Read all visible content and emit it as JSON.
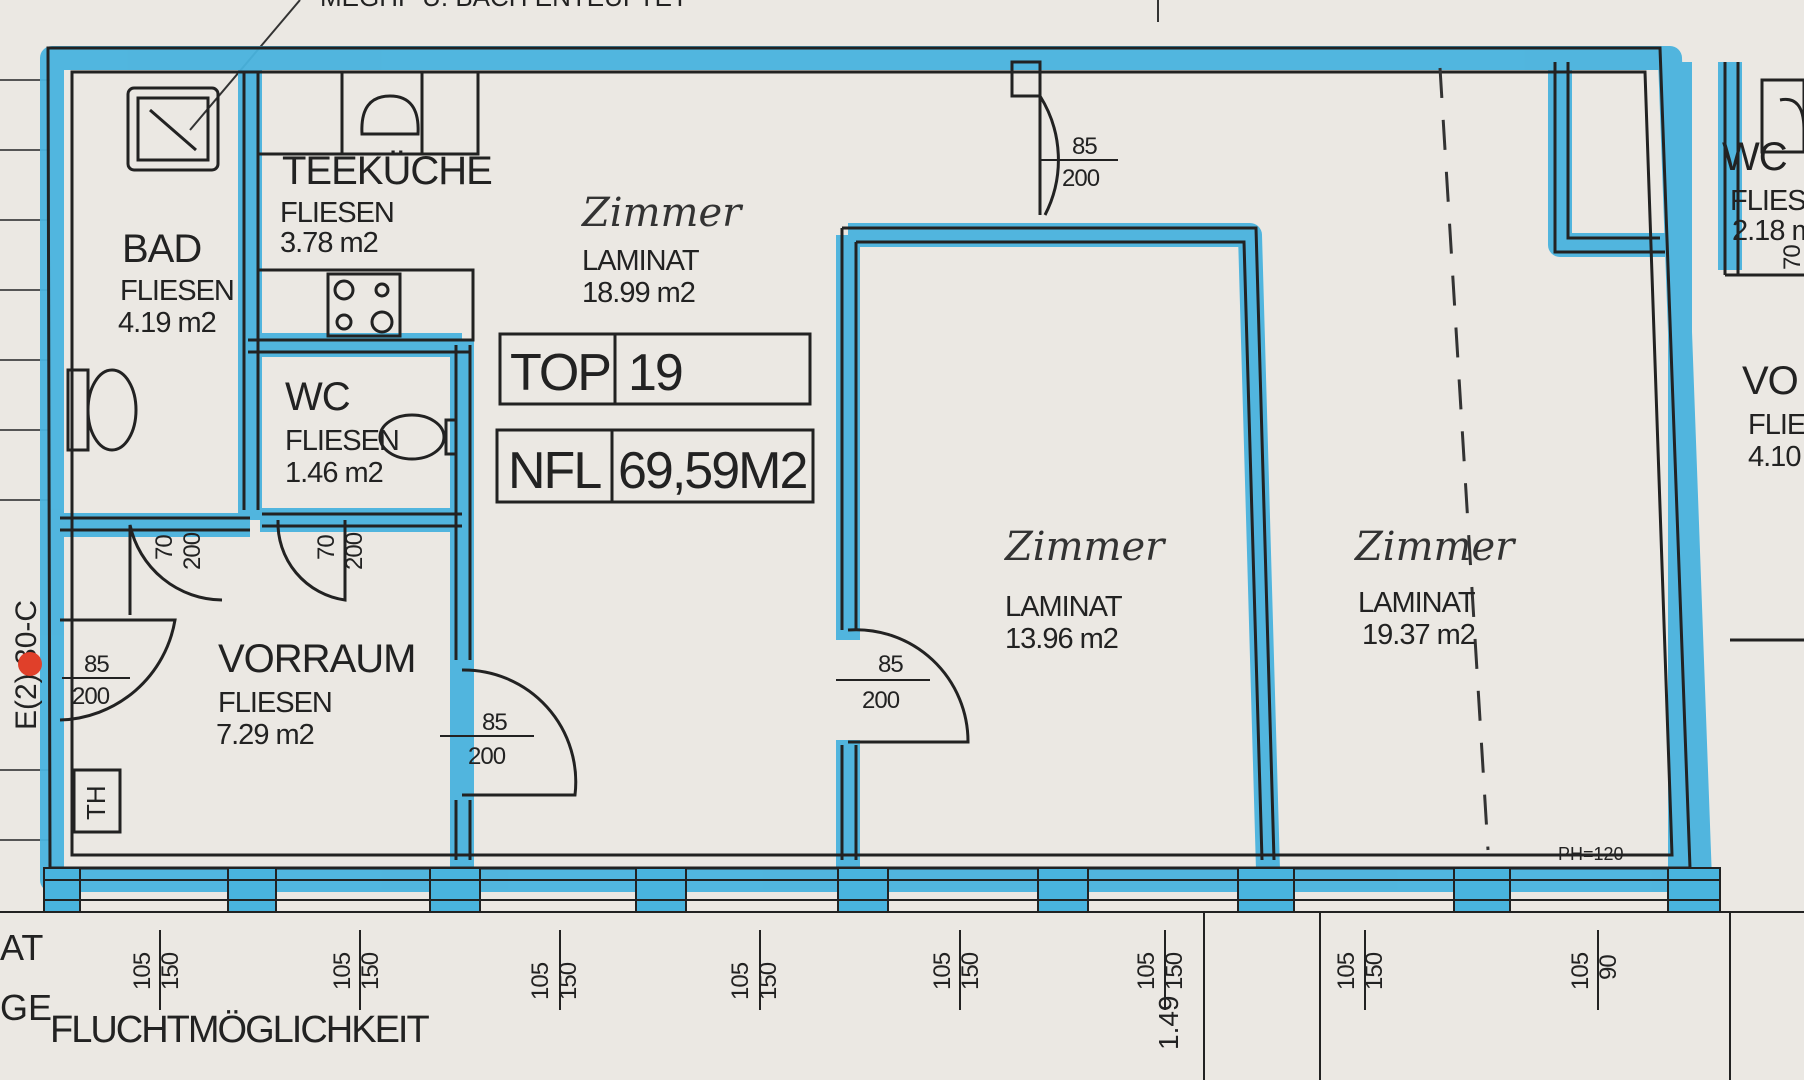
{
  "header_text": "MEGHP U. BACH ENTEUFTET",
  "rooms": {
    "bad": {
      "name": "BAD",
      "floor": "FLIESEN",
      "area": "4.19 m2"
    },
    "teekueche": {
      "name": "TEEKÜCHE",
      "floor": "FLIESEN",
      "area": "3.78 m2"
    },
    "wc": {
      "name": "WC",
      "floor": "FLIESEN",
      "area": "1.46 m2"
    },
    "vorraum": {
      "name": "VORRAUM",
      "floor": "FLIESEN",
      "area": "7.29 m2"
    },
    "zimmer1": {
      "name": "Zimmer",
      "floor": "LAMINAT",
      "area": "18.99 m2"
    },
    "zimmer2": {
      "name": "Zimmer",
      "floor": "LAMINAT",
      "area": "13.96 m2"
    },
    "zimmer3": {
      "name": "Zimmer",
      "floor": "LAMINAT",
      "area": "19.37 m2"
    },
    "neighbor_wc": {
      "name": "WC",
      "floor": "FLIES",
      "area": "2.18 m"
    },
    "neighbor_vo": {
      "name": "VO",
      "floor": "FLIE",
      "area": "4.10"
    }
  },
  "unit_box": {
    "top_label": "TOP",
    "top_value": "19",
    "nfl_label": "NFL",
    "nfl_value": "69,59M2"
  },
  "doors": {
    "d_bath": {
      "w": "70",
      "h": "200"
    },
    "d_wc": {
      "w": "70",
      "h": "200"
    },
    "d_entry": {
      "w": "85",
      "h": "200"
    },
    "d_vorraum": {
      "w": "85",
      "h": "200"
    },
    "d_z2": {
      "w": "85",
      "h": "200"
    },
    "d_top": {
      "w": "85",
      "h": "200"
    },
    "d_neighbor": {
      "w": "70",
      "h": ""
    }
  },
  "windows": [
    {
      "a": "105",
      "b": "150"
    },
    {
      "a": "105",
      "b": "150"
    },
    {
      "a": "105",
      "b": "150"
    },
    {
      "a": "105",
      "b": "150"
    },
    {
      "a": "105",
      "b": "150"
    },
    {
      "a": "105",
      "b": "150"
    },
    {
      "a": "105",
      "b": "150"
    },
    {
      "a": "105",
      "b": "90"
    }
  ],
  "labels": {
    "escape": "FLUCHTMÖGLICHKEIT",
    "left_ge": "GE",
    "left_at": "AT",
    "left_code": "E(2) 30-C",
    "th": "TH",
    "ph": "PH=120",
    "height": "1.49"
  },
  "colors": {
    "wall_highlight": "#49b3de",
    "line": "#222222",
    "paper": "#ebe8e3"
  }
}
